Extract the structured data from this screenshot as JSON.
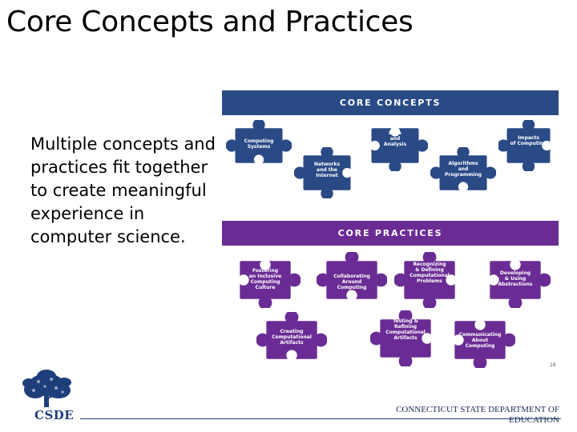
{
  "slide": {
    "title": "Core Concepts and Practices",
    "body": "Multiple concepts and practices fit together to create meaningful experience in computer science.",
    "number": "16"
  },
  "figure": {
    "concepts_banner": "CORE CONCEPTS",
    "practices_banner": "CORE PRACTICES",
    "concepts": [
      "Computing\nSystems",
      "Networks\nand the\nInternet",
      "Data\nand\nAnalysis",
      "Algorithms\nand\nProgramming",
      "Impacts\nof Computing"
    ],
    "practices": [
      "Fostering\nan Inclusive\nComputing\nCulture",
      "Collaborating\nAround\nComputing",
      "Recognizing\n& Defining\nComputational\nProblems",
      "Developing\n& Using\nAbstractions",
      "Creating\nComputational\nArtifacts",
      "Testing &\nRefining\nComputational\nArtifacts",
      "Communicating\nAbout\nComputing"
    ],
    "colors": {
      "concepts": "#2a4a86",
      "practices": "#6a2c94"
    }
  },
  "footer": {
    "logo_text": "CSDE",
    "org": "CONNECTICUT STATE DEPARTMENT OF EDUCATION"
  }
}
